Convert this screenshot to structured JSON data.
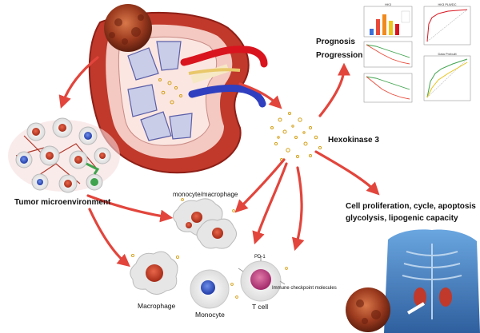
{
  "labels": {
    "tumor_microenvironment": "Tumor microenvironment",
    "monocyte_macrophage": "monocyte/macrophage",
    "hexokinase": "Hexokinase 3",
    "prognosis": "Prognosis",
    "progression": "Progression",
    "cell_line1": "Cell  proliferation, cycle, apoptosis",
    "cell_line2": "glycolysis, lipogenic capacity",
    "macrophage": "Macrophage",
    "monocyte": "Monocyte",
    "t_cell": "T cell",
    "immune_checkpoint": "Immune checkpoint molecules",
    "pd1": "PD-1"
  },
  "mini_plots": {
    "bar_title": "HK3",
    "roc_title": "HK3 PLWDC",
    "roc2_title": "Data Prebuilt"
  },
  "colors": {
    "arrow": "#e2453c",
    "kidney_outer": "#c0392b",
    "kidney_inner": "#f3c9c2",
    "vessel_red": "#d9141e",
    "vessel_blue": "#2f3fbf",
    "gold_dots": "#d4a017",
    "body_blue": "#3f7fc4"
  }
}
